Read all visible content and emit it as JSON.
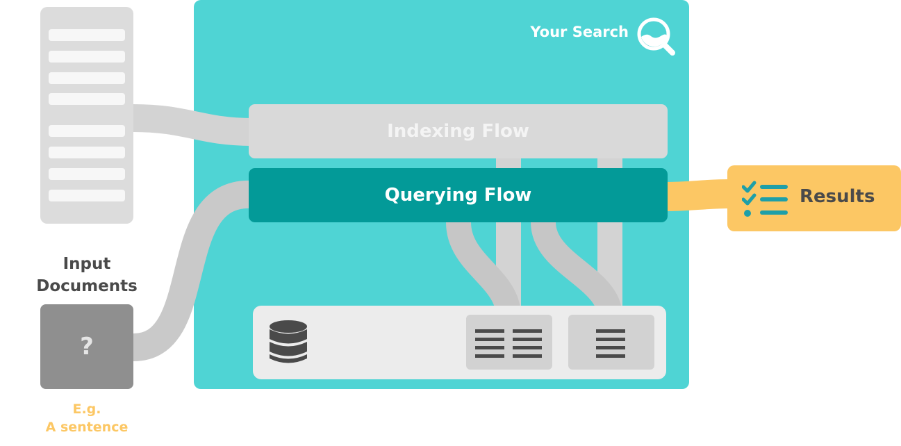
{
  "search": {
    "title": "Your Search",
    "icon": "magnifier-icon"
  },
  "flows": {
    "indexing": "Indexing Flow",
    "querying": "Querying Flow"
  },
  "results": {
    "label": "Results",
    "icon": "checklist-icon"
  },
  "input": {
    "line1": "Input",
    "line2": "Documents"
  },
  "query": {
    "symbol": "?"
  },
  "example": {
    "line1": "E.g.",
    "line2": "A sentence"
  },
  "storage": {
    "icon": "database-icon"
  },
  "colors": {
    "search_bg": "#4fd4d4",
    "querying_flow": "#039a98",
    "indexing_flow": "#d9d9d9",
    "results": "#fcc764",
    "connector": "#d3d3d3",
    "query_doc": "#8f8f8f"
  }
}
